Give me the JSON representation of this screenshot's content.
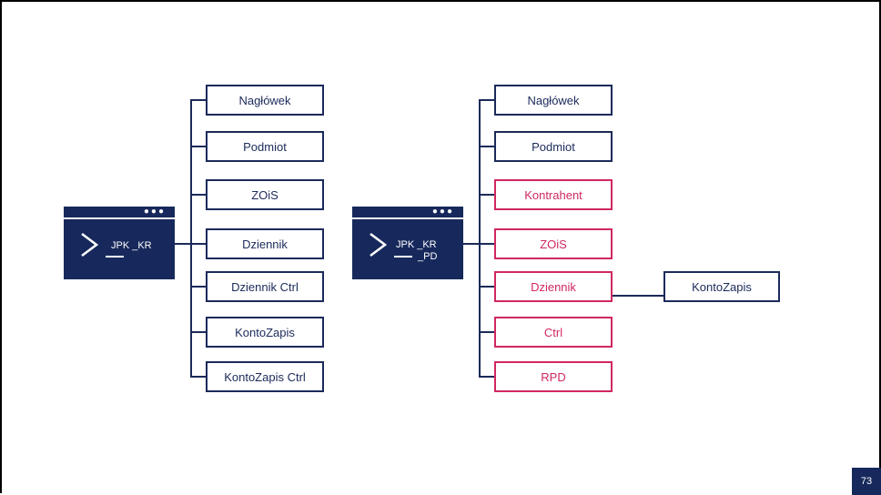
{
  "left_tree": {
    "root": {
      "label_line1": "JPK _KR",
      "label_line2": ""
    },
    "children": [
      {
        "label": "Nagłówek",
        "new": false
      },
      {
        "label": "Podmiot",
        "new": false
      },
      {
        "label": "ZOiS",
        "new": false
      },
      {
        "label": "Dziennik",
        "new": false
      },
      {
        "label": "Dziennik Ctrl",
        "new": false
      },
      {
        "label": "KontoZapis",
        "new": false
      },
      {
        "label": "KontoZapis Ctrl",
        "new": false
      }
    ]
  },
  "right_tree": {
    "root": {
      "label_line1": "JPK _KR",
      "label_line2": "_PD"
    },
    "children": [
      {
        "label": "Nagłówek",
        "new": false
      },
      {
        "label": "Podmiot",
        "new": false
      },
      {
        "label": "Kontrahent",
        "new": true
      },
      {
        "label": "ZOiS",
        "new": true
      },
      {
        "label": "Dziennik",
        "new": true
      },
      {
        "label": "Ctrl",
        "new": true
      },
      {
        "label": "RPD",
        "new": true
      }
    ],
    "sub_child": {
      "label": "KontoZapis"
    }
  },
  "colors": {
    "navy": "#1b2a5a",
    "new_item": "#d0285f",
    "terminal": "#17295c"
  },
  "icons": {
    "terminal": "terminal-icon",
    "dots": "window-dots-icon"
  },
  "page_number": "73"
}
